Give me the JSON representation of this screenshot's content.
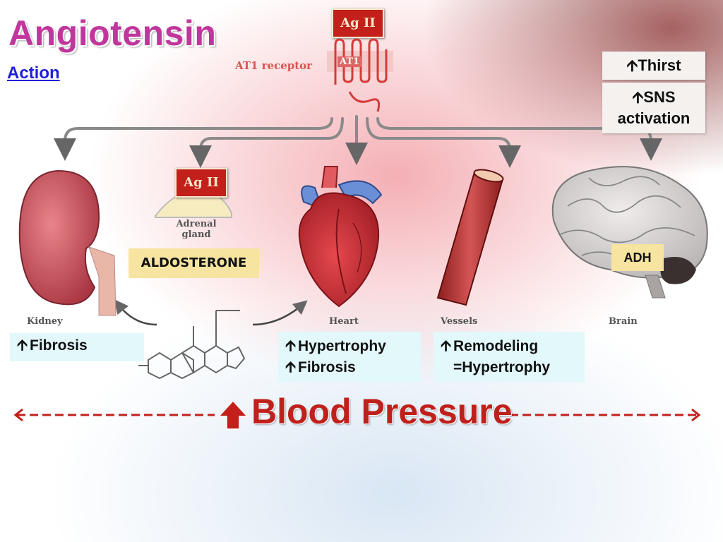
{
  "header": {
    "title": "Angiotensin",
    "subtitle": "Action"
  },
  "receptor": {
    "ligand_top": "Ag II",
    "receptor_label": "AT1 receptor",
    "receptor_inner": "AT1"
  },
  "brain_effects": {
    "thirst": "Thirst",
    "sns_line1": "SNS",
    "sns_line2": "activation"
  },
  "adrenal": {
    "ligand": "Ag II",
    "label_line1": "Adrenal",
    "label_line2": "gland",
    "hormone": "ALDOSTERONE"
  },
  "organs": {
    "kidney": "Kidney",
    "heart": "Heart",
    "vessels": "Vessels",
    "brain": "Brain",
    "adh": "ADH"
  },
  "effects": {
    "kidney": "Fibrosis",
    "heart_1": "Hypertrophy",
    "heart_2": "Fibrosis",
    "vessel_1": "Remodeling",
    "vessel_2": "=Hypertrophy"
  },
  "outcome": {
    "text": "Blood Pressure"
  },
  "colors": {
    "title": "#c0369c",
    "accent_red": "#c3201c",
    "label_yellow": "#f6e4a0",
    "effect_cyan": "#e3f8fb"
  }
}
